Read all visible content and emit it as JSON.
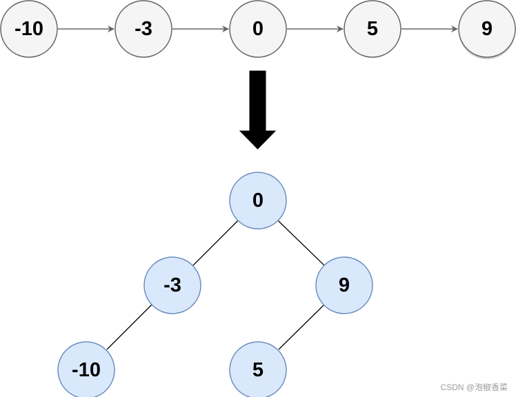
{
  "linked_list": {
    "nodes": [
      "-10",
      "-3",
      "0",
      "5",
      "9"
    ],
    "node_fill": "#f5f5f5",
    "node_stroke": "#666666",
    "arrow_color": "#666666"
  },
  "transform_arrow": {
    "color": "#000000",
    "direction": "down"
  },
  "tree": {
    "root": "0",
    "root_left": "-3",
    "root_right": "9",
    "left_left": "-10",
    "right_left": "5",
    "node_fill": "#dae8fc",
    "node_stroke": "#6c8ebf",
    "edge_color": "#000000"
  },
  "watermark": "CSDN @泡椒香菜"
}
